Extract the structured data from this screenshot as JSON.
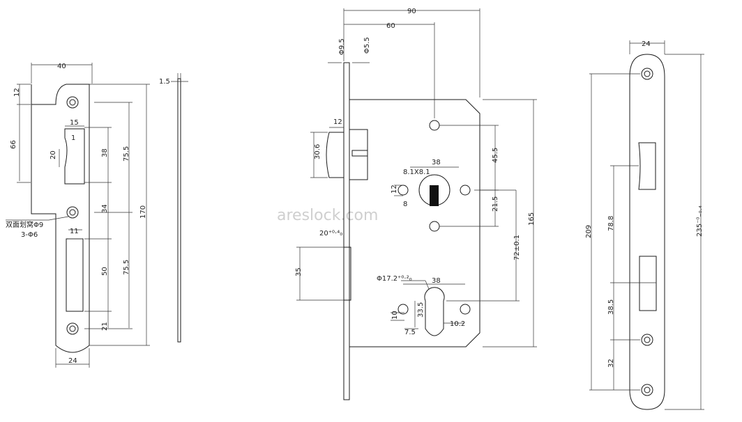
{
  "watermark": "areslock.com",
  "strike_plate": {
    "width_top": "40",
    "top_offset": "12",
    "height_66": "66",
    "slot_width": "15",
    "slot_depth": "1",
    "slot_height": "20",
    "dist_38": "38",
    "dist_75_5_top": "75.5",
    "dist_34": "34",
    "width_11": "11",
    "dist_50": "50",
    "dist_75_5_bottom": "75.5",
    "dist_21": "21",
    "height_170": "170",
    "width_bottom": "24",
    "note_countersink": "双面划窝Φ9",
    "note_holes": "3-Φ6"
  },
  "side_view": {
    "thickness": "1.5"
  },
  "lock_body": {
    "width_90": "90",
    "backset_60": "60",
    "pin_9_5": "Φ9.5",
    "pin_5_5": "Φ5.5",
    "latch_12": "12",
    "latch_30_6": "30.6",
    "spindle_38": "38",
    "square_8_1": "8.1X8.1",
    "hole_12_left": "12",
    "hole_8_left": "8",
    "dist_45_5": "45.5",
    "dist_21_5": "21.5",
    "dist_165": "165",
    "bolt_20": "20⁺⁰·⁴₀",
    "bolt_35": "35",
    "center_72": "72±0.1",
    "cyl_dia": "Φ17.2⁺⁰·²₀",
    "cyl_38": "38",
    "cyl_10": "10",
    "cyl_33_5": "33.5",
    "cyl_7_5": "7.5",
    "cyl_10_2": "10.2"
  },
  "face_plate": {
    "width_24": "24",
    "length_209": "209",
    "dist_78_8": "78.8",
    "dist_38_5": "38.5",
    "dist_32": "32",
    "total_235": "235⁻⁰₋₀.₄"
  }
}
